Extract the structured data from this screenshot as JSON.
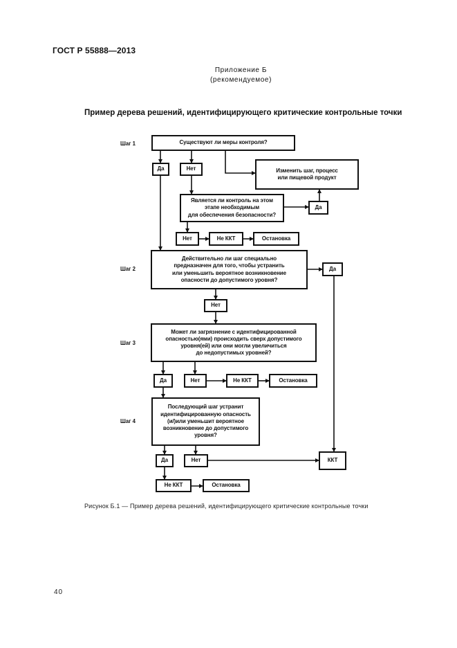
{
  "header": {
    "doc_code": "ГОСТ Р 55888—2013",
    "appendix_title": "Приложение Б",
    "appendix_status": "(рекомендуемое)"
  },
  "figure": {
    "title": "Пример дерева решений, идентифицирующего критические контрольные точки",
    "caption": "Рисунок  Б.1 — Пример дерева решений, идентифицирующего критические контрольные точки"
  },
  "flowchart": {
    "steps": {
      "step1": "Шаг 1",
      "step2": "Шаг 2",
      "step3": "Шаг 3",
      "step4": "Шаг 4"
    },
    "nodes": {
      "q1": "Существуют ли меры контроля?",
      "q1_yes": "Да",
      "q1_no": "Нет",
      "modify": "Изменить шаг, процесс\nили пищевой продукт",
      "q1b": "Является ли контроль на этом\nэтапе необходимым\nдля обеспечения безопасности?",
      "q1b_yes": "Да",
      "q1b_no": "Нет",
      "q1b_not_ccp": "Не ККТ",
      "q1b_stop": "Остановка",
      "q2": "Действительно ли шаг специально\nпредназначен для того, чтобы устранить\nили уменьшить вероятное возникновение\nопасности до допустимого уровня?",
      "q2_yes": "Да",
      "q2_no": "Нет",
      "q3": "Может ли загрязнение с идентифицированной\nопасностью(ями) происходить сверх допустимого\nуровня(ей) или они могли увеличиться\nдо недопустимых уровней?",
      "q3_yes": "Да",
      "q3_no": "Нет",
      "q3_not_ccp": "Не ККТ",
      "q3_stop": "Остановка",
      "q4": "Последующий шаг устранит\nидентифицированную опасность\n(и/)или уменьшит вероятное\nвозникновение до допустимого\nуровня?",
      "q4_yes": "Да",
      "q4_no": "Нет",
      "ccp": "ККТ",
      "q4_not_ccp": "Не ККТ",
      "q4_stop": "Остановка"
    }
  },
  "footer": {
    "page_number": "40"
  }
}
